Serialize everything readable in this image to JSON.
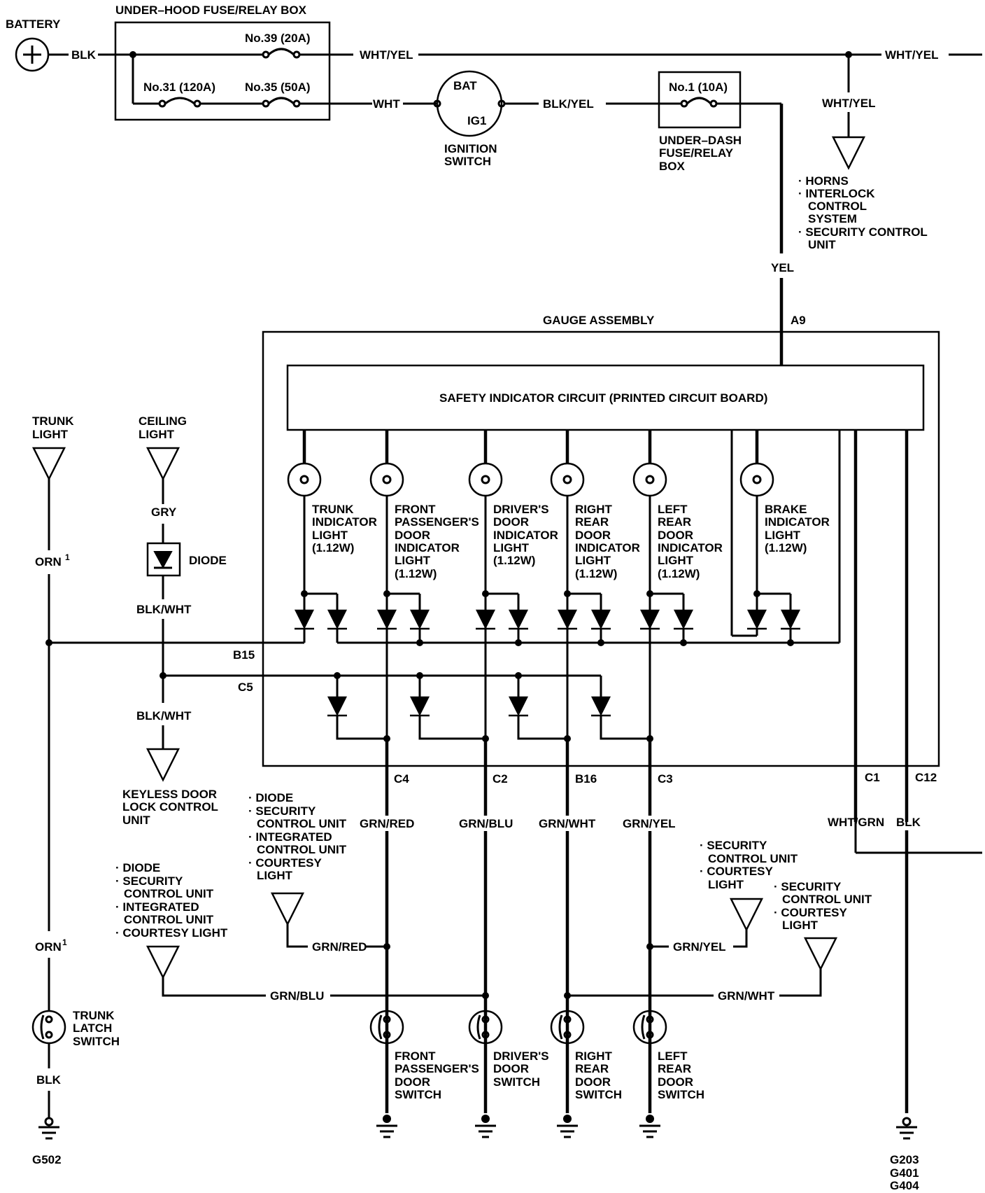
{
  "labels": {
    "battery": "BATTERY",
    "under_hood_box": "UNDER–HOOD FUSE/RELAY BOX",
    "fuse39": "No.39 (20A)",
    "fuse31": "No.31 (120A)",
    "fuse35": "No.35 (50A)",
    "fuse1": "No.1 (10A)",
    "ign_bat": "BAT",
    "ign_ig1": "IG1",
    "ignition_switch": [
      "IGNITION",
      "SWITCH"
    ],
    "under_dash_box": [
      "UNDER–DASH",
      "FUSE/RELAY",
      "BOX"
    ],
    "horns_dest": [
      "· HORNS",
      "· INTERLOCK",
      "CONTROL",
      "SYSTEM",
      "· SECURITY CONTROL",
      "UNIT"
    ],
    "gauge_assembly": "GAUGE ASSEMBLY",
    "safety_circuit": "SAFETY INDICATOR CIRCUIT (PRINTED CIRCUIT BOARD)",
    "trunk_light": [
      "TRUNK",
      "LIGHT"
    ],
    "ceiling_light": [
      "CEILING",
      "LIGHT"
    ],
    "diode": "DIODE",
    "trunk_indicator": [
      "TRUNK",
      "INDICATOR",
      "LIGHT",
      "(1.12W)"
    ],
    "front_pass_indicator": [
      "FRONT",
      "PASSENGER'S",
      "DOOR",
      "INDICATOR",
      "LIGHT",
      "(1.12W)"
    ],
    "driver_indicator": [
      "DRIVER'S",
      "DOOR",
      "INDICATOR",
      "LIGHT",
      "(1.12W)"
    ],
    "right_rear_indicator": [
      "RIGHT",
      "REAR",
      "DOOR",
      "INDICATOR",
      "LIGHT",
      "(1.12W)"
    ],
    "left_rear_indicator": [
      "LEFT",
      "REAR",
      "DOOR",
      "INDICATOR",
      "LIGHT",
      "(1.12W)"
    ],
    "brake_indicator": [
      "BRAKE",
      "INDICATOR",
      "LIGHT",
      "(1.12W)"
    ],
    "keyless_dest": [
      "KEYLESS DOOR",
      "LOCK CONTROL",
      "UNIT"
    ],
    "grn_red_dest": [
      "· DIODE",
      "· SECURITY",
      "CONTROL UNIT",
      "· INTEGRATED",
      "CONTROL UNIT",
      "· COURTESY",
      "LIGHT"
    ],
    "grn_blu_dest": [
      "· DIODE",
      "· SECURITY",
      "CONTROL UNIT",
      "· INTEGRATED",
      "CONTROL UNIT",
      "· COURTESY LIGHT"
    ],
    "grn_yel_dest": [
      "· SECURITY",
      "CONTROL UNIT",
      "· COURTESY",
      "LIGHT"
    ],
    "grn_wht_dest": [
      "· SECURITY",
      "CONTROL UNIT",
      "· COURTESY",
      "LIGHT"
    ],
    "trunk_latch": [
      "TRUNK",
      "LATCH",
      "SWITCH"
    ],
    "front_pass_switch": [
      "FRONT",
      "PASSENGER'S",
      "DOOR",
      "SWITCH"
    ],
    "driver_switch": [
      "DRIVER'S",
      "DOOR",
      "SWITCH"
    ],
    "right_rear_switch": [
      "RIGHT",
      "REAR",
      "DOOR",
      "SWITCH"
    ],
    "left_rear_switch": [
      "LEFT",
      "REAR",
      "DOOR",
      "SWITCH"
    ],
    "g502": "G502",
    "g_right": [
      "G203",
      "G401",
      "G404"
    ]
  },
  "wires": {
    "blk_top": "BLK",
    "wht_yel_1": "WHT/YEL",
    "wht_yel_2": "WHT/YEL",
    "wht_yel_3": "WHT/YEL",
    "wht": "WHT",
    "blk_yel": "BLK/YEL",
    "yel": "YEL",
    "gry": "GRY",
    "orn_top": "ORN",
    "orn_top_note": "1",
    "orn_bottom": "ORN",
    "orn_bottom_note": "1",
    "blk_wht_1": "BLK/WHT",
    "blk_wht_2": "BLK/WHT",
    "grn_red_1": "GRN/RED",
    "grn_blu_1": "GRN/BLU",
    "grn_wht_1": "GRN/WHT",
    "grn_yel_1": "GRN/YEL",
    "wht_grn": "WHT/GRN",
    "blk_c12": "BLK",
    "grn_red_2": "GRN/RED",
    "grn_yel_2": "GRN/YEL",
    "grn_blu_2": "GRN/BLU",
    "grn_wht_2": "GRN/WHT",
    "blk_g502": "BLK"
  },
  "connectors": {
    "a9": "A9",
    "b15": "B15",
    "c5": "C5",
    "c4": "C4",
    "c2": "C2",
    "b16": "B16",
    "c3": "C3",
    "c1": "C1",
    "c12": "C12"
  }
}
